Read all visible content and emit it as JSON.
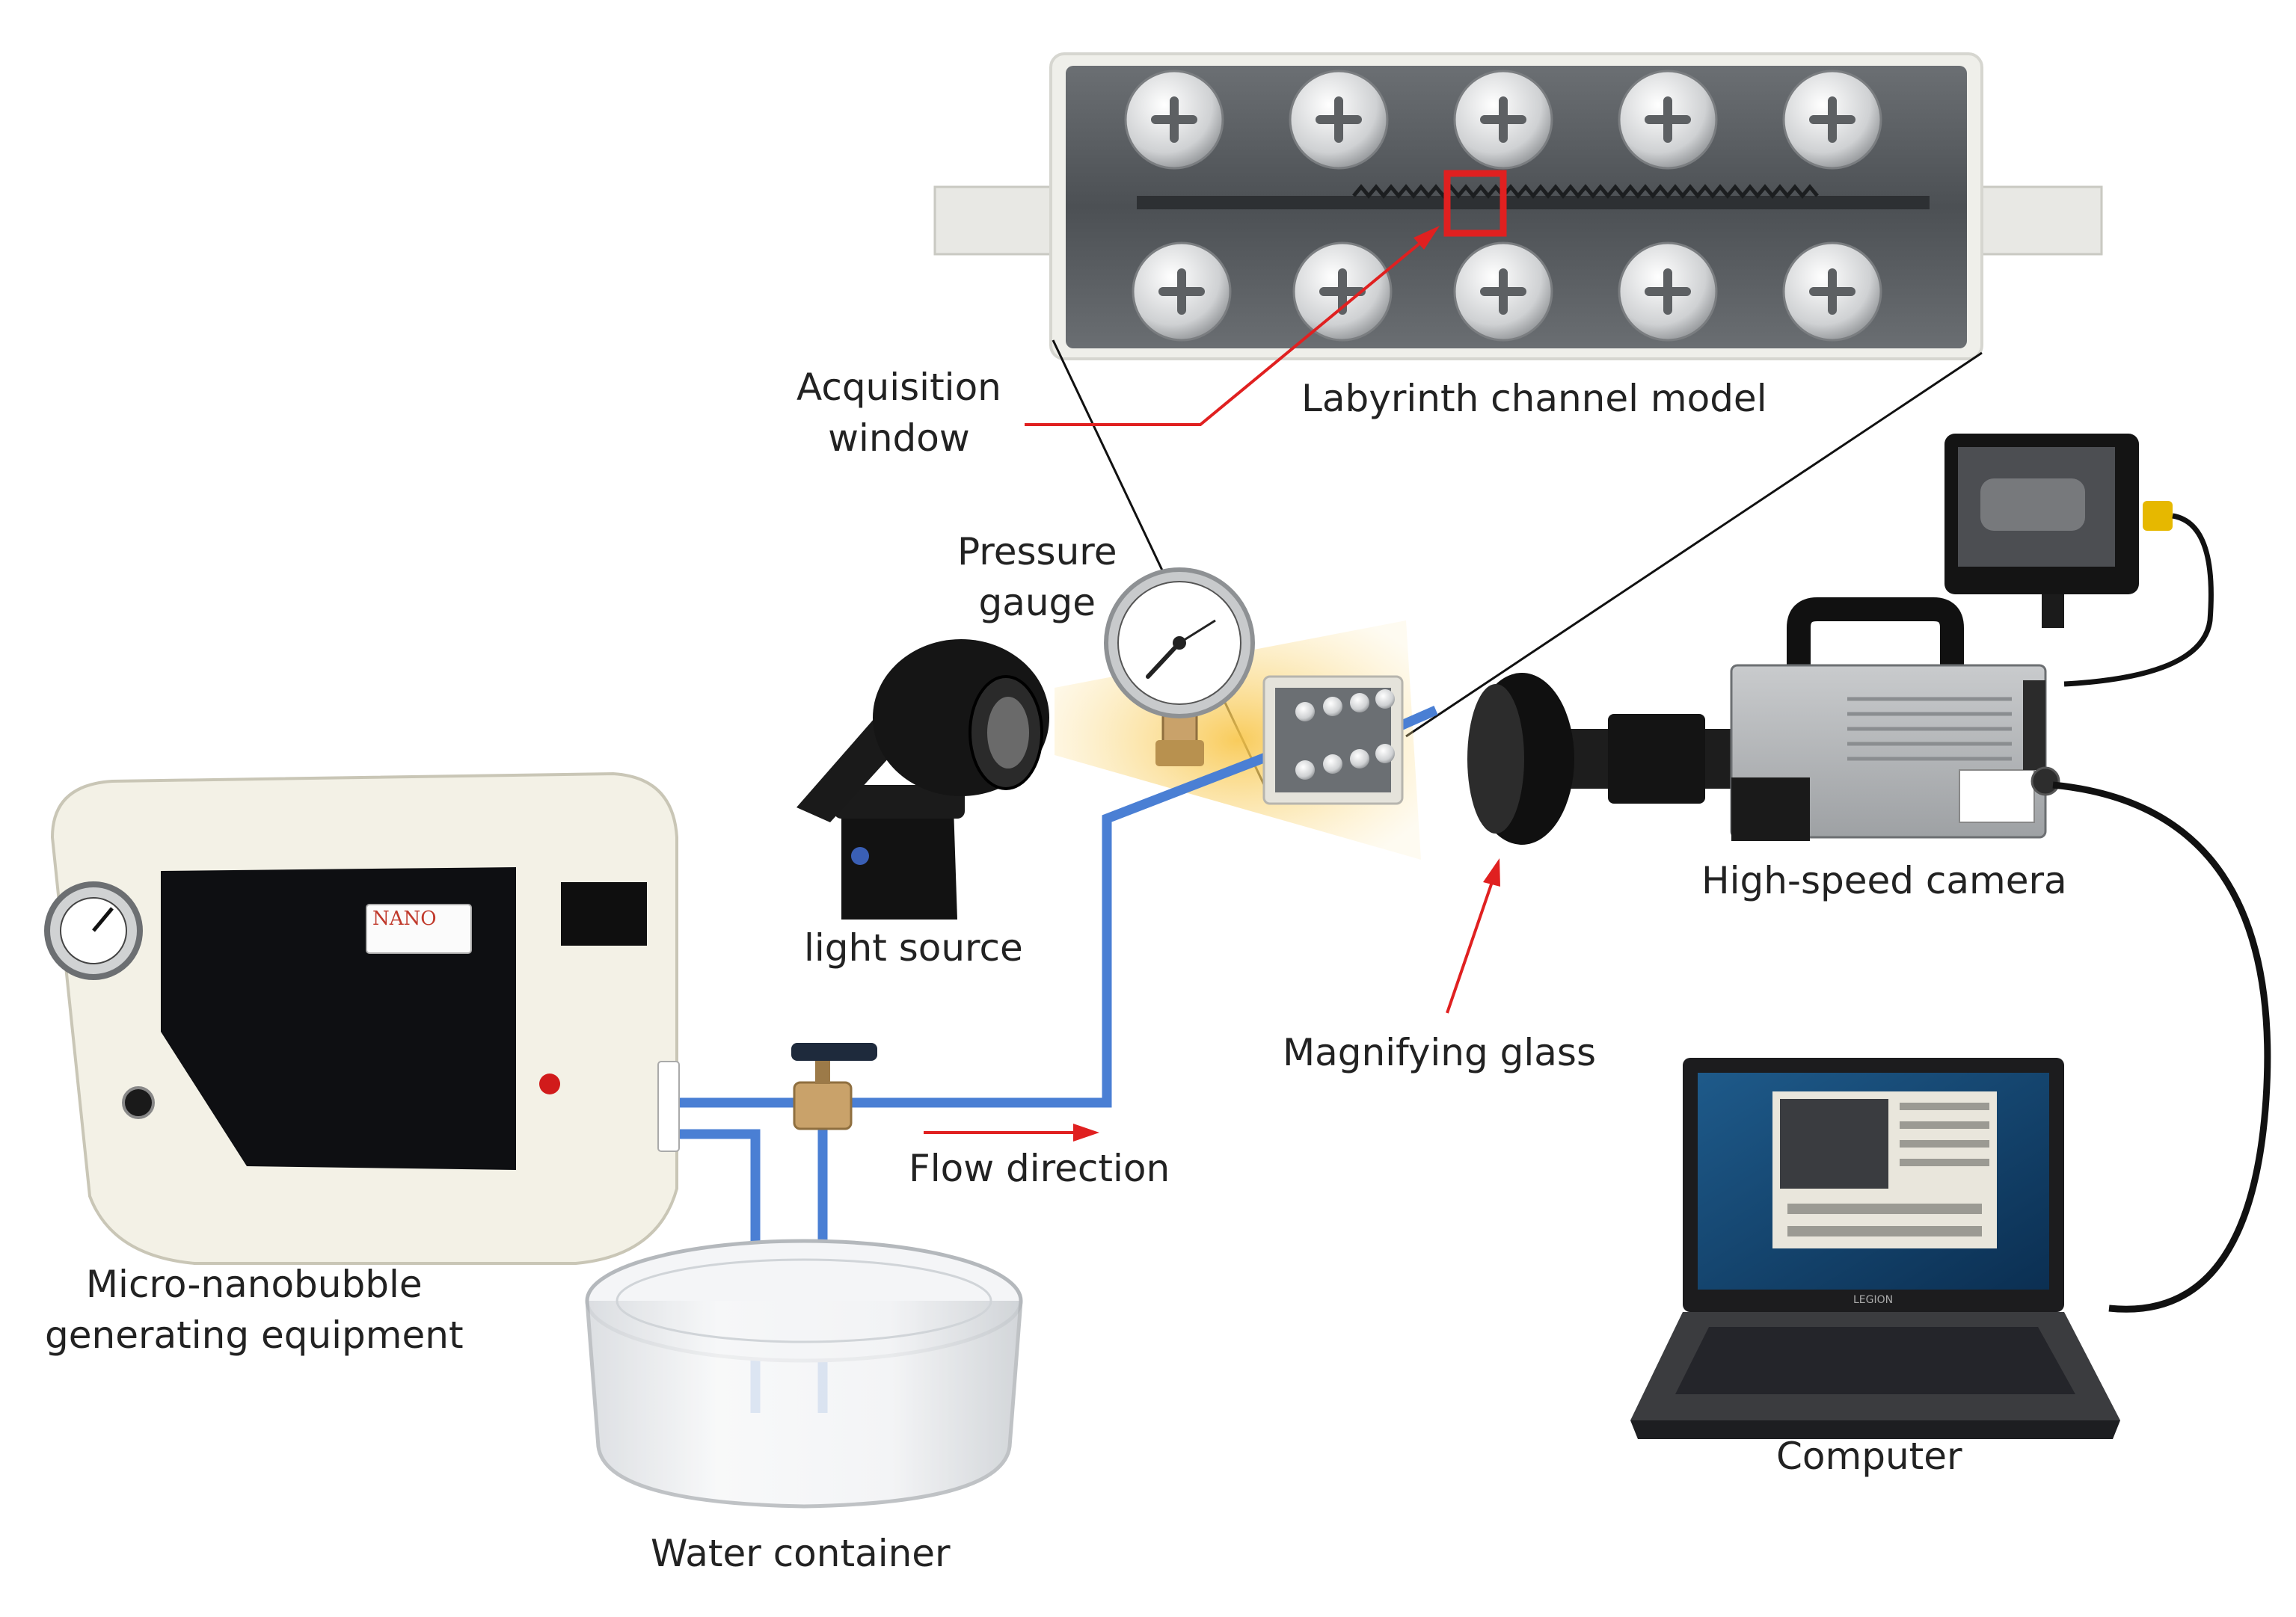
{
  "colors": {
    "pipe": "#4a7fd4",
    "arrow_red": "#e02020",
    "box_red": "#e02020",
    "light_beam": "#f8c64a",
    "metal_plate": "#5a5e62",
    "equipment_body": "#f3f1e6",
    "screen_dark": "#0e0f12",
    "cable": "#111111"
  },
  "labels": {
    "labyrinth": "Labyrinth channel model",
    "acquisition_line1": "Acquisition",
    "acquisition_line2": "window",
    "pressure_line1": "Pressure",
    "pressure_line2": "gauge",
    "light": "light source",
    "camera": "High-speed camera",
    "magnifier": "Magnifying glass",
    "flow": "Flow direction",
    "equipment_line1": "Micro-nanobubble",
    "equipment_line2": "generating equipment",
    "water": "Water container",
    "computer": "Computer"
  },
  "equipment_brand": "NANO",
  "laptop_brand": "LEGION",
  "icons": [
    "screw-icon",
    "pressure-gauge-icon",
    "lamp-icon",
    "valve-icon",
    "camera-icon",
    "lens-icon",
    "laptop-icon",
    "monitor-icon",
    "glass-bowl-icon"
  ]
}
